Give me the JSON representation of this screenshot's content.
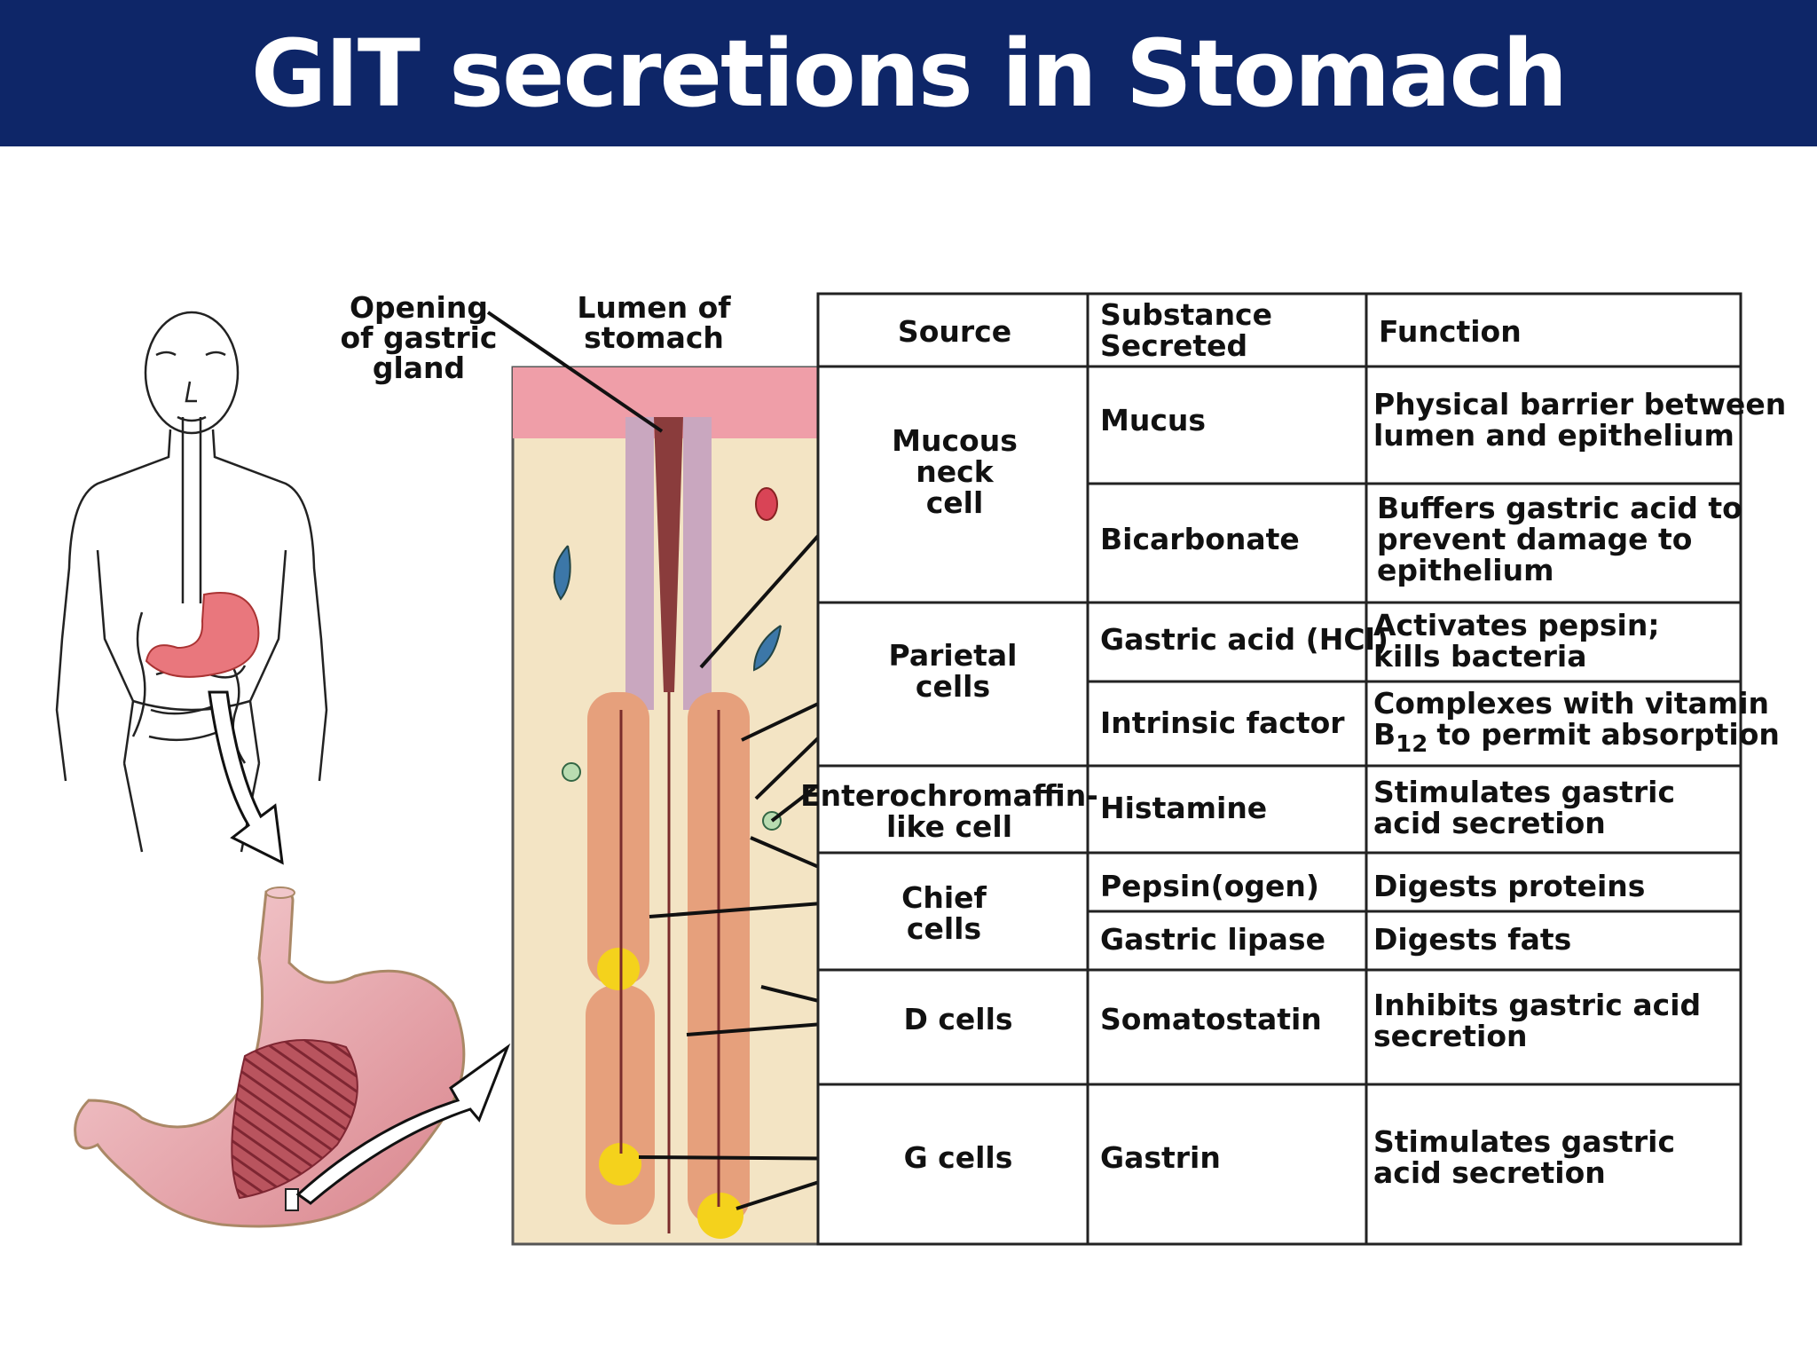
{
  "title": "GIT secretions in Stomach",
  "labels": {
    "opening": [
      "Opening",
      "of gastric",
      "gland"
    ],
    "lumen": [
      "Lumen of",
      "stomach"
    ]
  },
  "table": {
    "headers": {
      "source": "Source",
      "substance": [
        "Substance",
        "Secreted"
      ],
      "function": "Function"
    },
    "sources": {
      "mucous_neck": [
        "Mucous",
        "neck",
        "cell"
      ],
      "parietal": [
        "Parietal",
        "cells"
      ],
      "enterochromaffin": [
        "Enterochromaffin-",
        "like cell"
      ],
      "chief": [
        "Chief",
        "cells"
      ],
      "d_cells": "D cells",
      "g_cells": "G cells"
    },
    "rows": [
      {
        "substance": "Mucus",
        "function": [
          "Physical barrier between",
          "lumen  and epithelium"
        ]
      },
      {
        "substance": "Bicarbonate",
        "function": [
          "Buffers gastric acid to",
          "prevent damage to",
          "epithelium"
        ]
      },
      {
        "substance": "Gastric acid (HCl)",
        "function": [
          "Activates pepsin;",
          "kills bacteria"
        ]
      },
      {
        "substance": "Intrinsic factor",
        "function": [
          "Complexes with vitamin",
          "to permit absorption"
        ],
        "function_prefix": "B",
        "function_subscript": "12"
      },
      {
        "substance": "Histamine",
        "function": [
          "Stimulates gastric",
          "acid secretion"
        ]
      },
      {
        "substance": "Pepsin(ogen)",
        "function": [
          "Digests proteins"
        ]
      },
      {
        "substance": "Gastric lipase",
        "function": [
          "Digests fats"
        ]
      },
      {
        "substance": "Somatostatin",
        "function": [
          "Inhibits gastric acid",
          "secretion"
        ]
      },
      {
        "substance": "Gastrin",
        "function": [
          "Stimulates gastric",
          "acid secretion"
        ]
      }
    ]
  }
}
